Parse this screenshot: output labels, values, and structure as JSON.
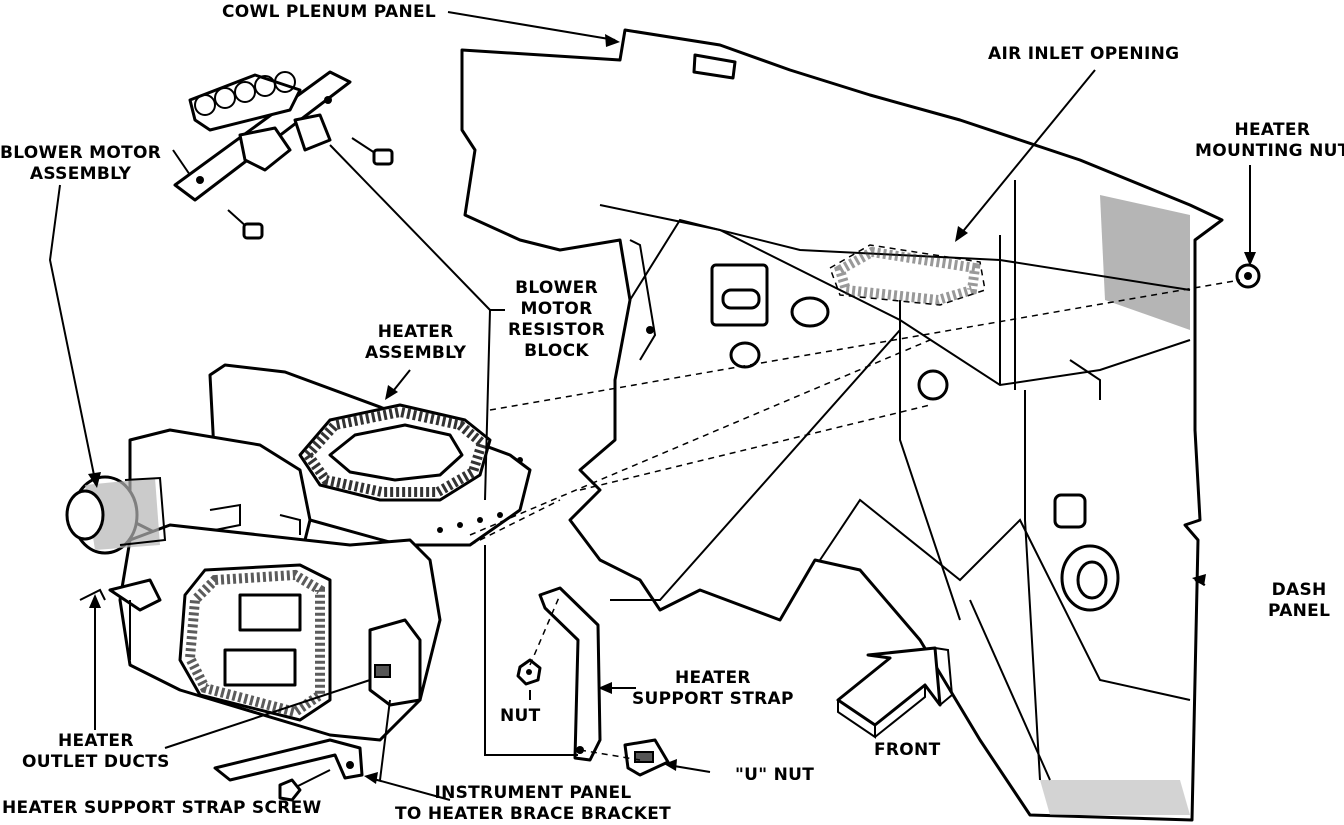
{
  "labels": {
    "cowl_plenum_panel": "COWL PLENUM PANEL",
    "air_inlet_opening": "AIR INLET OPENING",
    "heater_mounting_nut": [
      "HEATER",
      "MOUNTING NUT"
    ],
    "blower_motor_assembly": [
      "BLOWER MOTOR",
      "ASSEMBLY"
    ],
    "blower_motor_resistor_block": [
      "BLOWER",
      "MOTOR",
      "RESISTOR",
      "BLOCK"
    ],
    "heater_assembly": [
      "HEATER",
      "ASSEMBLY"
    ],
    "heater_support_strap": [
      "HEATER",
      "SUPPORT STRAP"
    ],
    "nut": "NUT",
    "u_nut": "\"U\" NUT",
    "front": "FRONT",
    "dash_panel": [
      "DASH",
      "PANEL"
    ],
    "heater_outlet_ducts": [
      "HEATER",
      "OUTLET DUCTS"
    ],
    "heater_support_strap_screw": "HEATER SUPPORT STRAP SCREW",
    "instrument_panel_bracket": [
      "INSTRUMENT PANEL",
      "TO HEATER BRACE BRACKET"
    ]
  },
  "icons": [
    "front-arrow-icon",
    "bolt-icon",
    "nut-icon",
    "u-nut-icon"
  ]
}
